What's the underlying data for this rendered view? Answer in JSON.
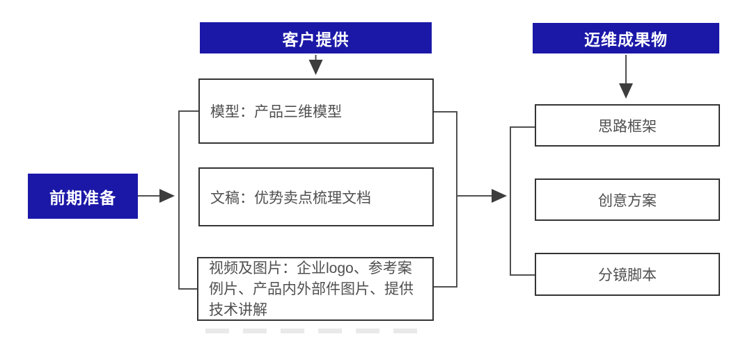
{
  "flow": {
    "start": {
      "label": "前期准备"
    },
    "client": {
      "header": "客户提供",
      "items": [
        {
          "label": "模型：产品三维模型"
        },
        {
          "label": "文稿：优势卖点梳理文档"
        },
        {
          "label": "视频及图片：企业logo、参考案例片、产品内外部件图片、提供技术讲解"
        }
      ]
    },
    "deliverables": {
      "header": "迈维成果物",
      "items": [
        {
          "label": "思路框架"
        },
        {
          "label": "创意方案"
        },
        {
          "label": "分镜脚本"
        }
      ]
    },
    "colors": {
      "accent_blue": "#1b18a8",
      "line_gray": "#4f4f4f",
      "border_dark": "#333333",
      "text_gray": "#4f4f4f",
      "background": "#ffffff"
    }
  }
}
